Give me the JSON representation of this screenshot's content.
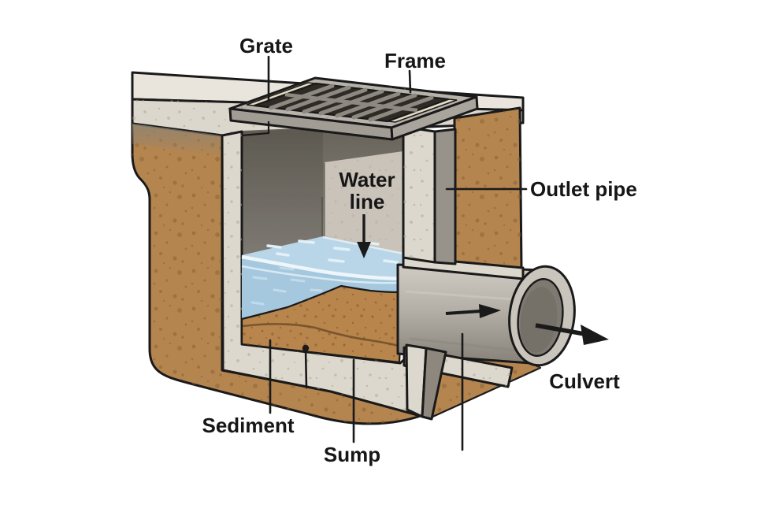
{
  "diagram": {
    "type": "cutaway-illustration",
    "subject": "catch basin / storm drain",
    "labels": {
      "grate": "Grate",
      "frame": "Frame",
      "water_line_1": "Water",
      "water_line_2": "line",
      "outlet_pipe": "Outlet pipe",
      "culvert": "Culvert",
      "sediment": "Sediment",
      "sump": "Sump"
    },
    "colors": {
      "label": "#161616",
      "outline": "#1a1a1a",
      "soil": "#b5854f",
      "soil_dot": "#86602f",
      "pavement": "#e9e5dd",
      "concrete": "#ddd8ce",
      "frame": "#b7b2aa",
      "grate": "#2e2b27",
      "grate_lip": "#e4dcc2",
      "interior_dark": "#6b6760",
      "interior_light": "#908c84",
      "back_wall_light": "#c9c3b9",
      "water": "#a5c8de",
      "water_surface": "#b9d6e8",
      "waterline": "#edf6fa",
      "sediment": "#b8854d",
      "pipe_rim": "#c9c4bc",
      "pipe_hole": "#7e7971",
      "wall_shadow": "#98938a"
    }
  }
}
